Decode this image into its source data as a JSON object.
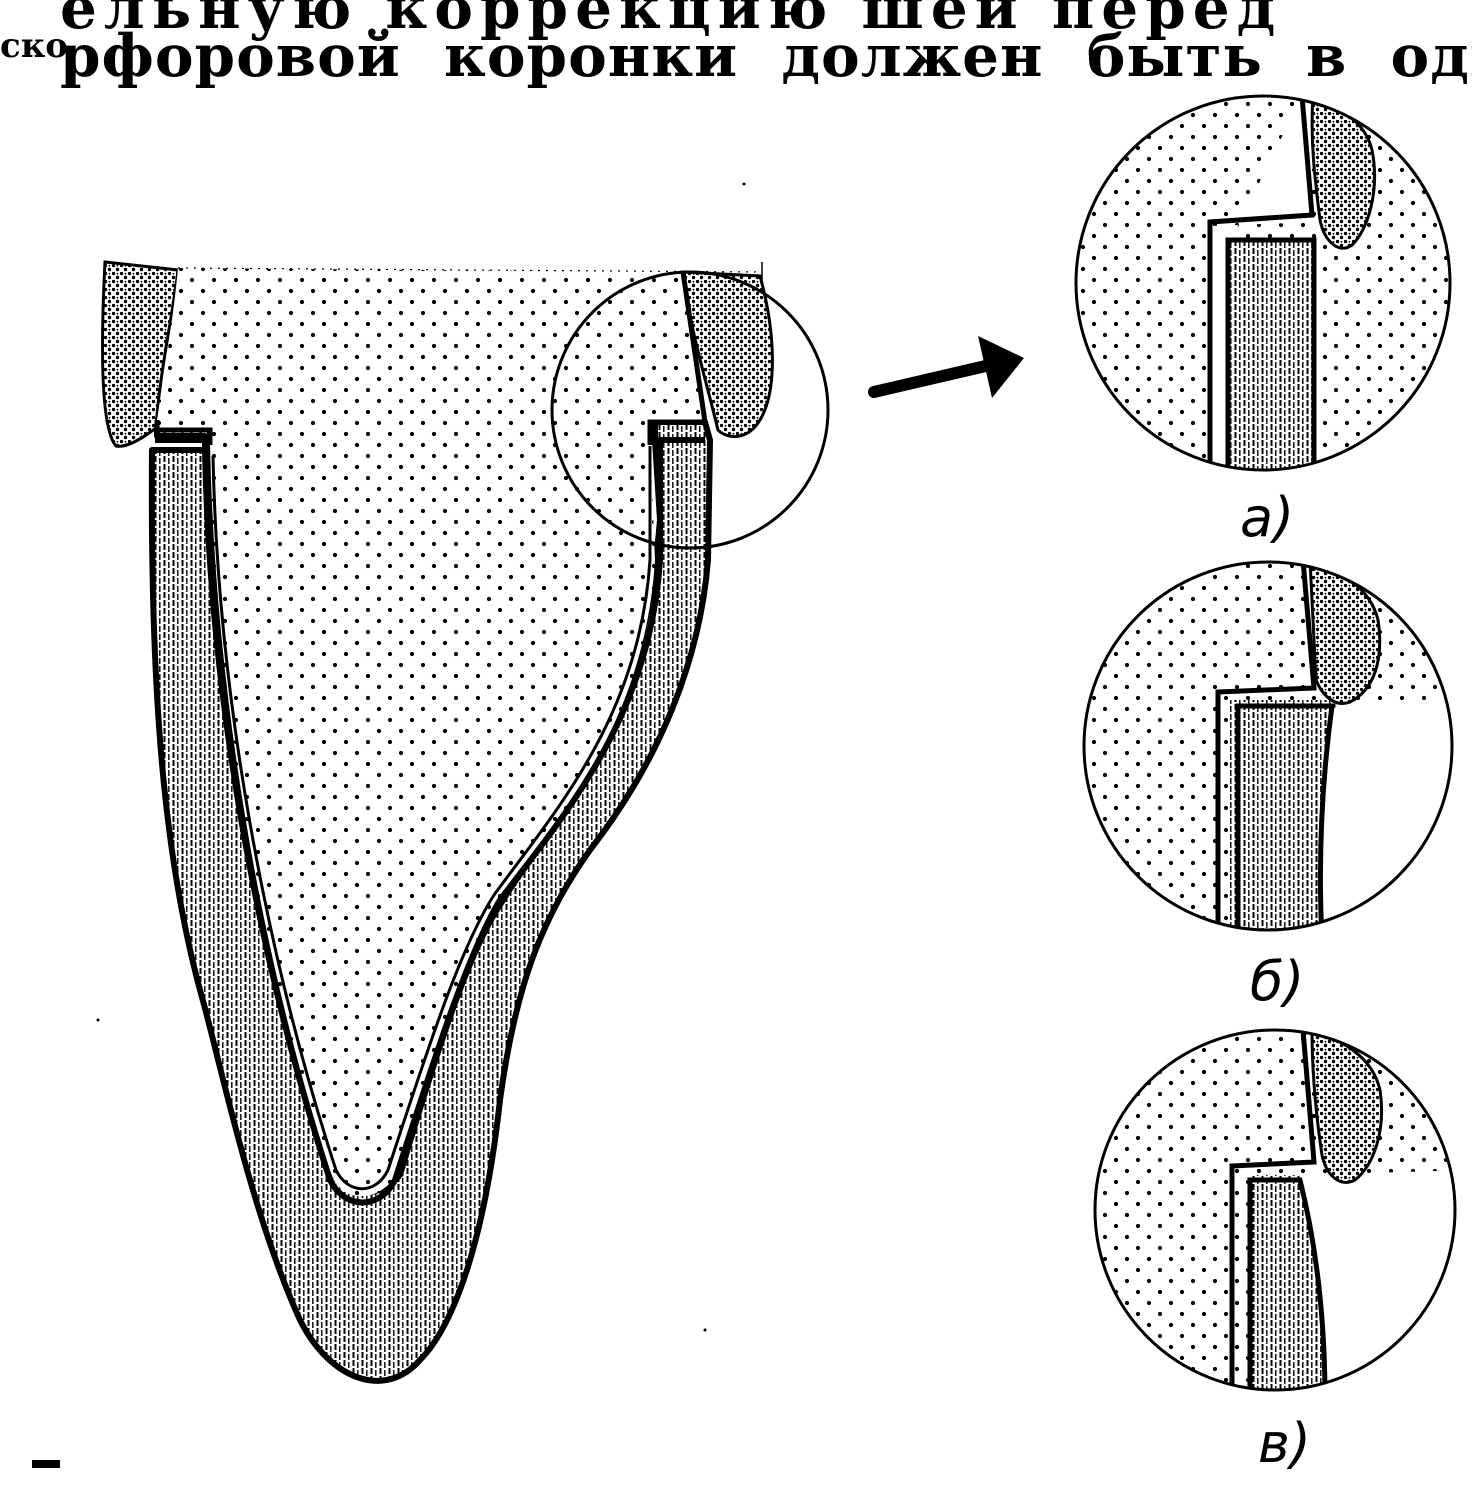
{
  "header": {
    "line1_fragment": "ельную коррекцию шеи перед",
    "line2_prefix": "ско",
    "line2": "рфоровой коронки должен быть в одной плос"
  },
  "figure": {
    "captions": [
      "а)",
      "б)",
      "в)"
    ]
  },
  "colors": {
    "ink": "#000000",
    "paper": "#ffffff"
  }
}
